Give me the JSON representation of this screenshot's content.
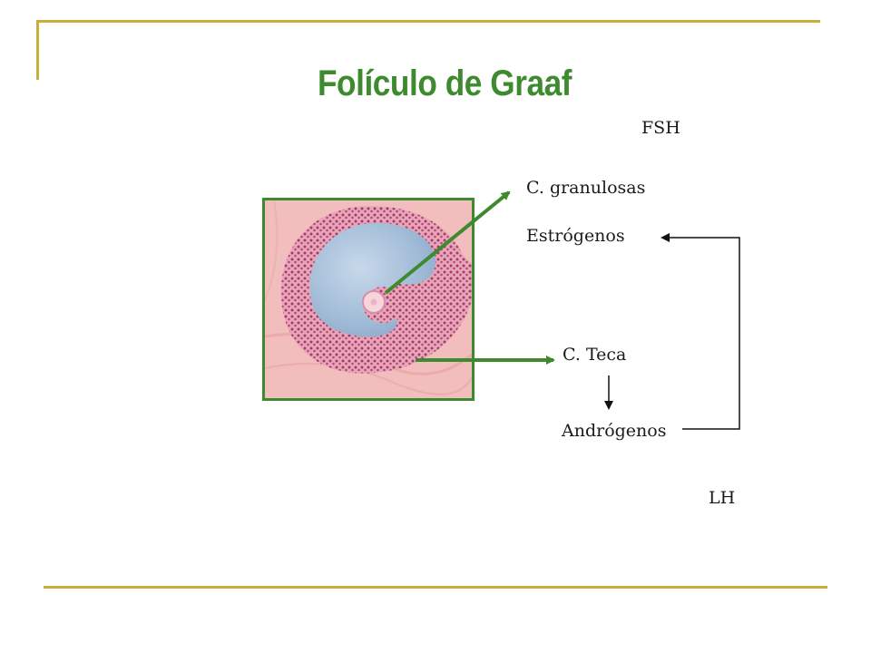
{
  "title": "Folículo de Graaf",
  "labels": {
    "fsh": "FSH",
    "granulosa": "C. granulosas",
    "estrogen": "Estrógenos",
    "theca": "C. Teca",
    "androgen": "Andrógenos",
    "lh": "LH"
  },
  "colors": {
    "accent_green": "#3E8A2E",
    "frame_gold": "#C8AE3C",
    "tissue_pink": "#F0B8B8",
    "antrum_blue": "#A9C4DE"
  },
  "image": "graafian-follicle-micrograph"
}
